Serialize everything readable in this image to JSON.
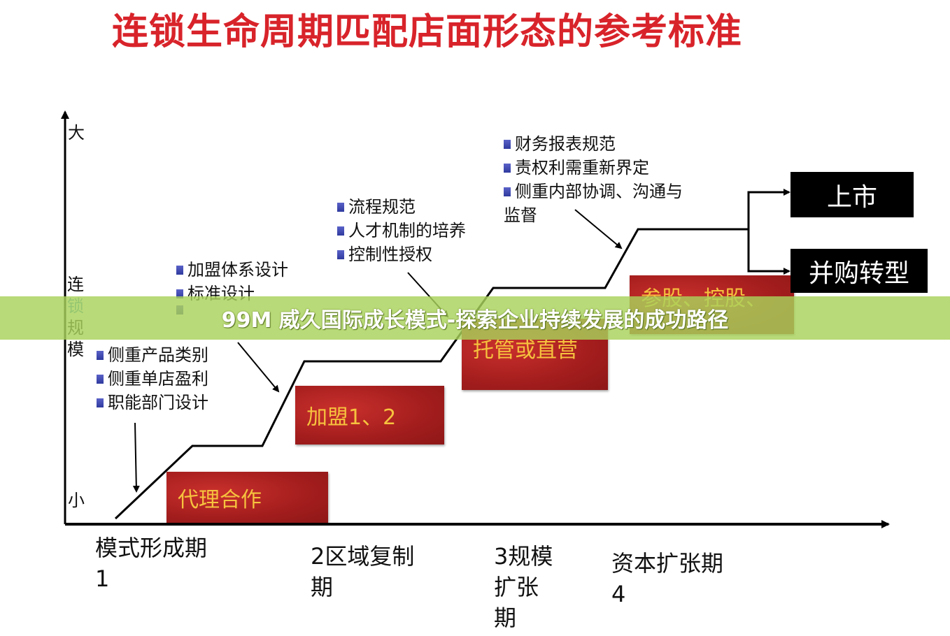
{
  "title": "连锁生命周期匹配店面形态的参考标准",
  "y_axis": {
    "top": "大",
    "middle": [
      "连",
      "锁",
      "规",
      "模"
    ],
    "bottom": "小"
  },
  "bullet_groups": [
    {
      "items": [
        "侧重产品类别",
        "侧重单店盈利",
        "职能部门设计"
      ]
    },
    {
      "items": [
        "加盟体系设计",
        "标准设计",
        ""
      ]
    },
    {
      "items": [
        "流程规范",
        "人才机制的培养",
        "控制性授权"
      ]
    },
    {
      "items": [
        "财务报表规范",
        "责权利需重新界定",
        "侧重内部协调、沟通与"
      ],
      "continuation": "监督"
    }
  ],
  "stages": [
    "代理合作",
    "加盟1、2",
    "托管或直营",
    "参股、控股、"
  ],
  "outcomes": [
    "上市",
    "并购转型"
  ],
  "x_labels": [
    "模式形成期\n  1",
    " 2区域复制\n期",
    "3规模\n扩张\n期",
    "资本扩张期\n      4"
  ],
  "banner": "99M 威久国际成长模式-探索企业持续发展的成功路径",
  "colors": {
    "title": "#d8232a",
    "stage_box": "#a31d1d",
    "stage_text": "#f6c23e",
    "outcome_box": "#000000",
    "banner": "#aad25a"
  }
}
